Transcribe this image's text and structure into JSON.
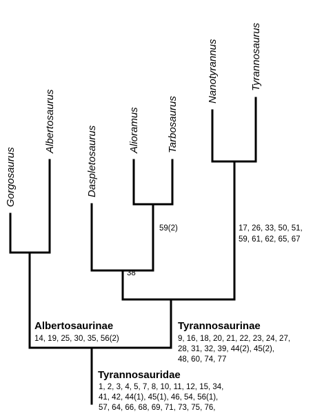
{
  "taxa": {
    "gorgosaurus": "Gorgosaurus",
    "albertosaurus": "Albertosaurus",
    "daspletosaurus": "Daspletosaurus",
    "alioramus": "Alioramus",
    "tarbosaurus": "Tarbosaurus",
    "nanotyrannus": "Nanotyrannus",
    "tyrannosaurus": "Tyrannosaurus"
  },
  "clades": {
    "albertosaurinae": {
      "name": "Albertosaurinae",
      "characters": [
        "14, 19, 25, 30, 35, 56(2)"
      ]
    },
    "tyrannosaurinae": {
      "name": "Tyrannosaurinae",
      "characters": [
        "9, 16, 18, 20, 21, 22, 23, 24, 27,",
        "28, 31, 32, 39, 44(2), 45(2),",
        "48, 60, 74, 77"
      ]
    },
    "tyrannosauridae": {
      "name": "Tyrannosauridae",
      "characters": [
        "1, 2, 3, 4, 5, 7, 8, 10, 11, 12, 15, 34,",
        "41, 42, 44(1), 45(1), 46, 54, 56(1),",
        "57, 64, 66, 68, 69, 71, 73, 75, 76,"
      ]
    }
  },
  "nodes": {
    "alioramus_tarbosaurus": "59(2)",
    "daspletosaurus_group": "38",
    "nanotyrannus_tyrannosaurus": [
      "17, 26, 33, 50, 51,",
      "59, 61, 62, 65, 67"
    ]
  }
}
